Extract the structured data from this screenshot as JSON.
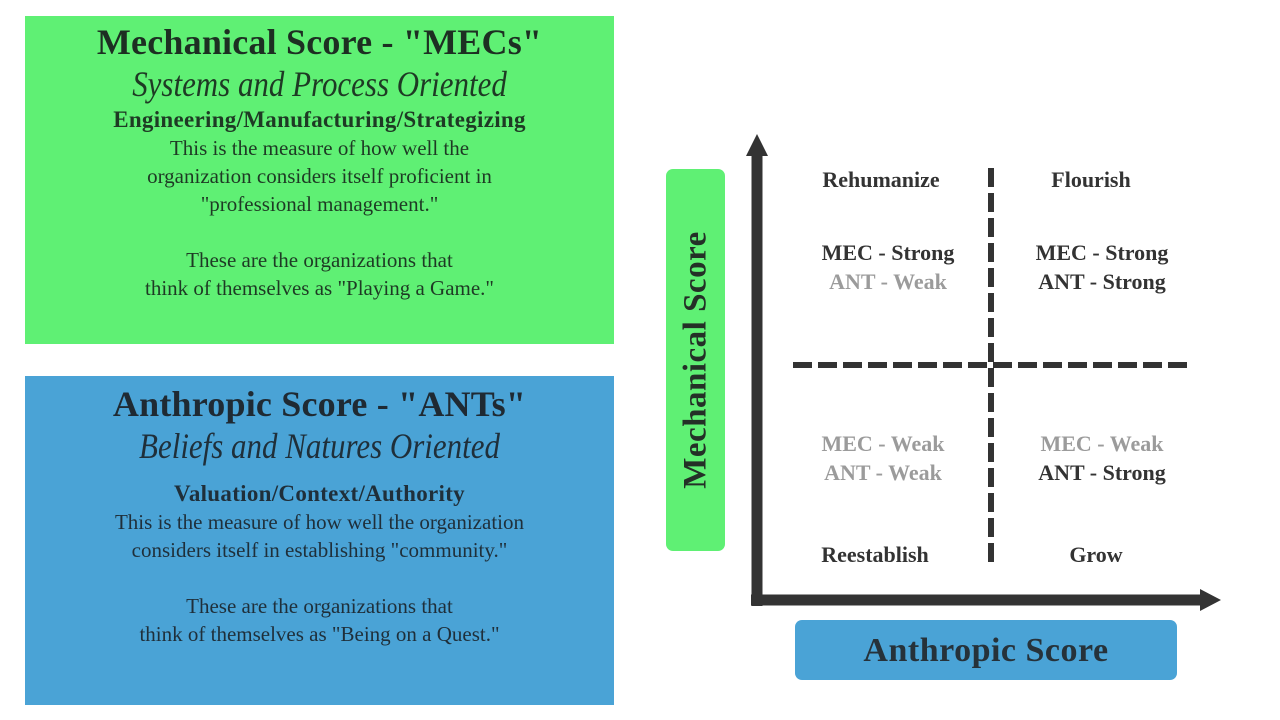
{
  "mec_panel": {
    "title": "Mechanical Score - \"MECs\"",
    "subtitle": "Systems and Process Oriented",
    "category": "Engineering/Manufacturing/Strategizing",
    "body_lines": [
      "This is the measure of how well the",
      "organization considers itself proficient in",
      "\"professional management.\""
    ],
    "closing_lines": [
      "These are the organizations that",
      "think of themselves as \"Playing a Game.\""
    ],
    "color": "#5ff074"
  },
  "ant_panel": {
    "title": "Anthropic Score - \"ANTs\"",
    "subtitle": "Beliefs and Natures Oriented",
    "category": "Valuation/Context/Authority",
    "body_lines": [
      "This is the measure of how well the organization",
      "considers itself in establishing \"community.\""
    ],
    "closing_lines": [
      "These are the organizations that",
      "think of themselves as \"Being on a Quest.\""
    ],
    "color": "#4aa3d6"
  },
  "quadrant_chart": {
    "y_axis_label": "Mechanical Score",
    "x_axis_label": "Anthropic Score",
    "quadrants": {
      "top_left": {
        "name": "Rehumanize",
        "mec": "MEC - Strong",
        "ant": "ANT - Weak",
        "mec_strong": true,
        "ant_strong": false
      },
      "top_right": {
        "name": "Flourish",
        "mec": "MEC - Strong",
        "ant": "ANT - Strong",
        "mec_strong": true,
        "ant_strong": true
      },
      "bottom_left": {
        "name": "Reestablish",
        "mec": "MEC - Weak",
        "ant": "ANT - Weak",
        "mec_strong": false,
        "ant_strong": false
      },
      "bottom_right": {
        "name": "Grow",
        "mec": "MEC - Weak",
        "ant": "ANT - Strong",
        "mec_strong": false,
        "ant_strong": true
      }
    },
    "colors": {
      "axis": "#333333",
      "strong_text": "#333333",
      "weak_text": "#9b9b9b"
    }
  }
}
